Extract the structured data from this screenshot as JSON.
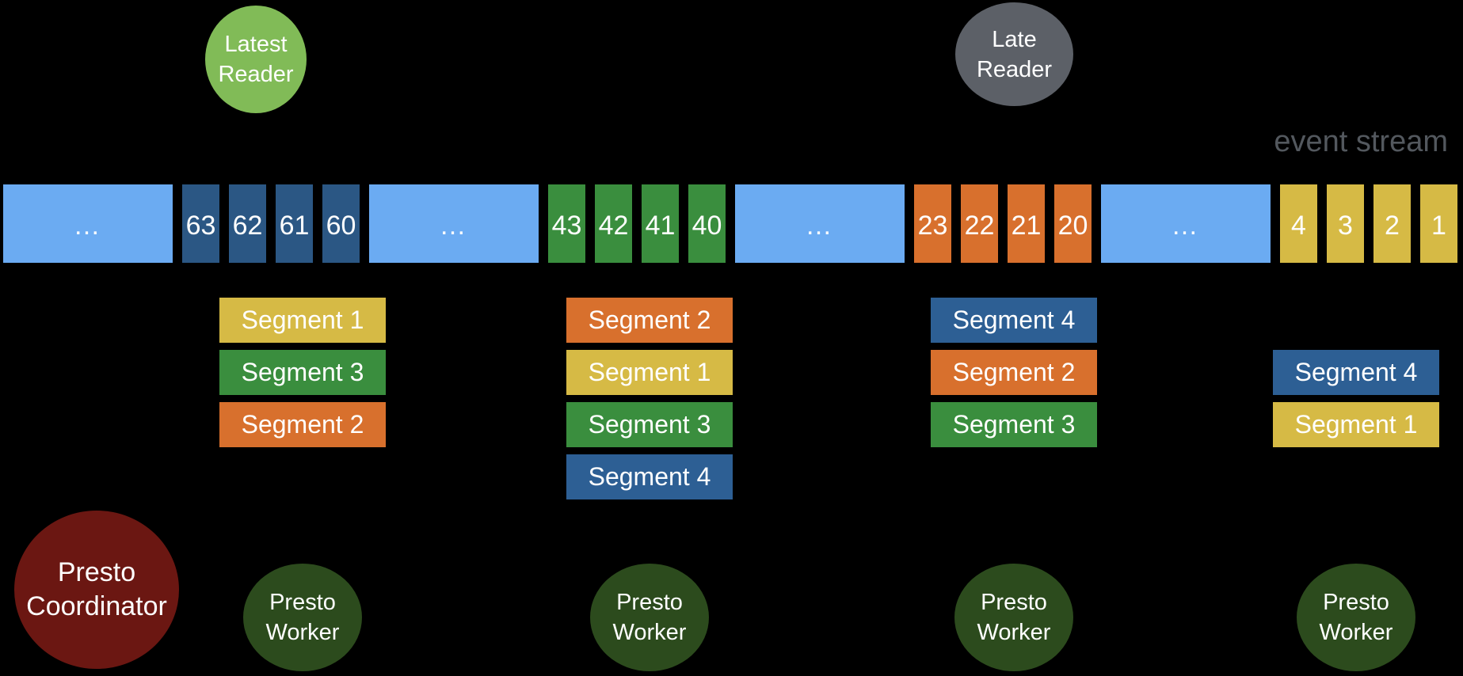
{
  "palette": {
    "light_blue": "#6babf2",
    "navy": "#2b5784",
    "blue": "#2d5f94",
    "green": "#3a8e3e",
    "orange": "#d8702d",
    "yellow": "#d6ba45",
    "reader_green": "#81bb57",
    "reader_gray": "#5c6067",
    "coordinator_maroon": "#6b1712",
    "worker_green": "#2c4b1d",
    "label_gray": "#53585e",
    "text": "#ffffff"
  },
  "event_stream_label": "event stream",
  "readers": [
    {
      "name": "latest-reader",
      "lines": [
        "Latest",
        "Reader"
      ]
    },
    {
      "name": "late-reader",
      "lines": [
        "Late",
        "Reader"
      ]
    }
  ],
  "stream_blocks": [
    {
      "label": "…",
      "type": "light_blue"
    },
    {
      "label": "63",
      "type": "navy"
    },
    {
      "label": "62",
      "type": "navy"
    },
    {
      "label": "61",
      "type": "navy"
    },
    {
      "label": "60",
      "type": "navy"
    },
    {
      "label": "…",
      "type": "light_blue"
    },
    {
      "label": "43",
      "type": "green"
    },
    {
      "label": "42",
      "type": "green"
    },
    {
      "label": "41",
      "type": "green"
    },
    {
      "label": "40",
      "type": "green"
    },
    {
      "label": "…",
      "type": "light_blue"
    },
    {
      "label": "23",
      "type": "orange"
    },
    {
      "label": "22",
      "type": "orange"
    },
    {
      "label": "21",
      "type": "orange"
    },
    {
      "label": "20",
      "type": "orange"
    },
    {
      "label": "…",
      "type": "light_blue"
    },
    {
      "label": "4",
      "type": "yellow"
    },
    {
      "label": "3",
      "type": "yellow"
    },
    {
      "label": "2",
      "type": "yellow"
    },
    {
      "label": "1",
      "type": "yellow"
    }
  ],
  "segment_groups": [
    {
      "worker": 1,
      "row_offset": 0,
      "items": [
        {
          "label": "Segment 1",
          "type": "yellow"
        },
        {
          "label": "Segment 3",
          "type": "green"
        },
        {
          "label": "Segment 2",
          "type": "orange"
        }
      ]
    },
    {
      "worker": 2,
      "row_offset": 0,
      "items": [
        {
          "label": "Segment 2",
          "type": "orange"
        },
        {
          "label": "Segment 1",
          "type": "yellow"
        },
        {
          "label": "Segment 3",
          "type": "green"
        },
        {
          "label": "Segment 4",
          "type": "blue"
        }
      ]
    },
    {
      "worker": 3,
      "row_offset": 0,
      "items": [
        {
          "label": "Segment 4",
          "type": "blue"
        },
        {
          "label": "Segment 2",
          "type": "orange"
        },
        {
          "label": "Segment 3",
          "type": "green"
        }
      ]
    },
    {
      "worker": 4,
      "row_offset": 1,
      "items": [
        {
          "label": "Segment 4",
          "type": "blue"
        },
        {
          "label": "Segment 1",
          "type": "yellow"
        }
      ]
    }
  ],
  "nodes": [
    {
      "name": "presto-coordinator",
      "lines": [
        "Presto",
        "Coordinator"
      ]
    },
    {
      "name": "presto-worker-1",
      "lines": [
        "Presto",
        "Worker"
      ]
    },
    {
      "name": "presto-worker-2",
      "lines": [
        "Presto",
        "Worker"
      ]
    },
    {
      "name": "presto-worker-3",
      "lines": [
        "Presto",
        "Worker"
      ]
    },
    {
      "name": "presto-worker-4",
      "lines": [
        "Presto",
        "Worker"
      ]
    }
  ]
}
